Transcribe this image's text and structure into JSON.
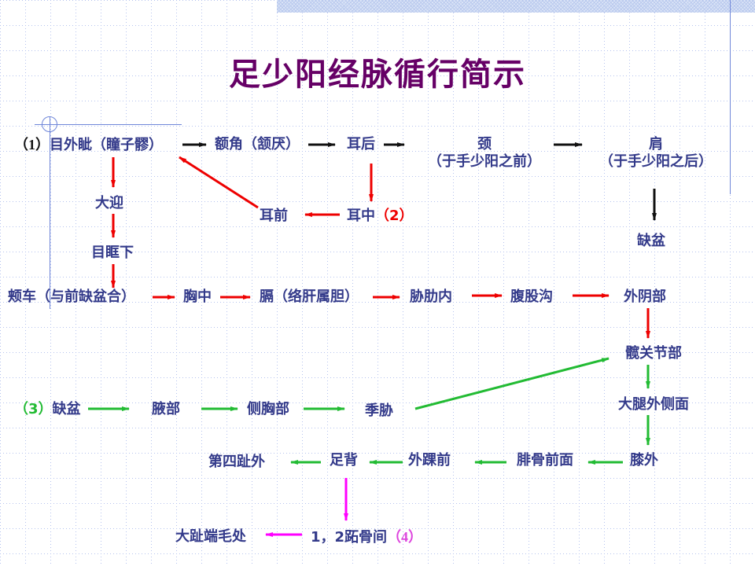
{
  "title": "足少阳经脉循行简示",
  "colors": {
    "title": "#660066",
    "node_text": "#333a8a",
    "segment1_arrow": "#111111",
    "segment2_arrow": "#ee0000",
    "segment3_arrow": "#22bb33",
    "segment4_arrow": "#ff00ff",
    "grid": "#96aae6",
    "guide_lines": "#6f86d9"
  },
  "segments": {
    "s1": {
      "label": "（1）"
    },
    "s2": {
      "label": "（2）"
    },
    "s3": {
      "label": "（3）"
    },
    "s4": {
      "label": "（4）"
    }
  },
  "nodes": {
    "mu_wai_zi": "目外眦（瞳子髎）",
    "e_jiao": "额角（颔厌）",
    "er_hou": "耳后",
    "jing": "颈",
    "jing_note": "（于手少阳之前）",
    "jian": "肩",
    "jian_note": "（于手少阳之后）",
    "da_ying": "大迎",
    "er_qian": "耳前",
    "er_zhong": "耳中",
    "que_pen_1": "缺盆",
    "mu_kuang_xia": "目眶下",
    "jia_che": "颊车（与前缺盆合）",
    "xiong_zhong": "胸中",
    "ge": "膈（络肝属胆）",
    "xie_lei_nei": "胁肋内",
    "fu_gu_gou": "腹股沟",
    "wai_yin_bu": "外阴部",
    "bi_guan_jie": "髋关节部",
    "que_pen_2": "缺盆",
    "ye_bu": "腋部",
    "ce_xiong_bu": "侧胸部",
    "ji_xie": "季胁",
    "da_tui_wai_ce": "大腿外侧面",
    "di_si_zhi_wai": "第四趾外",
    "zu_bei": "足背",
    "wai_huai_qian": "外踝前",
    "fei_gu_qian": "腓骨前面",
    "xi_wai": "膝外",
    "da_zhi_duan": "大趾端毛处",
    "zhi_gu_jian": "1，2跖骨间"
  }
}
